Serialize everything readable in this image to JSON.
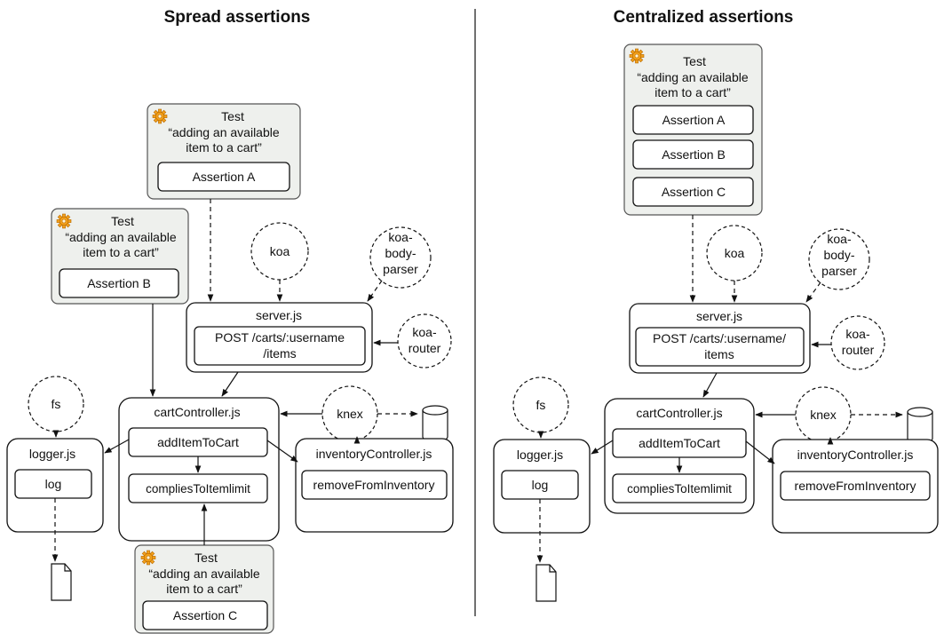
{
  "spread": {
    "title": "Spread assertions",
    "test_label": "Test",
    "test_desc_line1": "“adding an available",
    "test_desc_line2": "item to a cart”",
    "assertion_a": "Assertion A",
    "assertion_b": "Assertion B",
    "assertion_c": "Assertion C",
    "koa": "koa",
    "koa_body_parser_1": "koa-",
    "koa_body_parser_2": "body-",
    "koa_body_parser_3": "parser",
    "koa_router_1": "koa-",
    "koa_router_2": "router",
    "server": "server.js",
    "route_line1": "POST /carts/:username",
    "route_line2": "/items",
    "fs": "fs",
    "knex": "knex",
    "cart_controller": "cartController.js",
    "add_item": "addItemToCart",
    "complies": "compliesToItemlimit",
    "logger": "logger.js",
    "log": "log",
    "inventory_controller": "inventoryController.js",
    "remove_from_inventory": "removeFromInventory"
  },
  "centralized": {
    "title": "Centralized assertions",
    "test_label": "Test",
    "test_desc_line1": "“adding an available",
    "test_desc_line2": "item to a cart”",
    "assertion_a": "Assertion A",
    "assertion_b": "Assertion B",
    "assertion_c": "Assertion C",
    "koa": "koa",
    "koa_body_parser_1": "koa-",
    "koa_body_parser_2": "body-",
    "koa_body_parser_3": "parser",
    "koa_router_1": "koa-",
    "koa_router_2": "router",
    "server": "server.js",
    "route_line1": "POST /carts/:username/",
    "route_line2": "items",
    "fs": "fs",
    "knex": "knex",
    "cart_controller": "cartController.js",
    "add_item": "addItemToCart",
    "complies": "compliesToItemlimit",
    "logger": "logger.js",
    "log": "log",
    "inventory_controller": "inventoryController.js",
    "remove_from_inventory": "removeFromInventory"
  },
  "icons": [
    "gear-icon",
    "database-icon",
    "file-icon"
  ],
  "colors": {
    "test_box_fill": "#eef0ed",
    "gear": "#f2a01c"
  }
}
